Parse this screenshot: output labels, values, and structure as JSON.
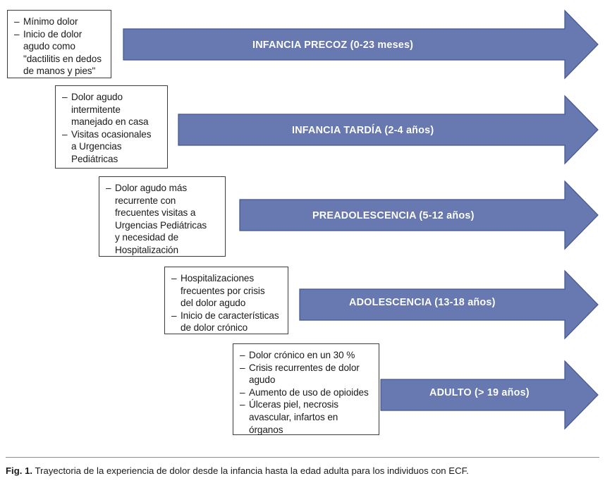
{
  "figure": {
    "caption_label": "Fig. 1.",
    "caption_text": "Trayectoria de la experiencia de dolor desde la infancia hasta la edad adulta para los individuos con ECF.",
    "arrow_color": "#6779B0",
    "arrow_border_color": "#41548F",
    "box_border_color": "#3b3b3b",
    "label_color": "#FFFFFF"
  },
  "stages": [
    {
      "id": "infancia-precoz",
      "arrow_label": "INFANCIA PRECOZ (0-23 meses)",
      "bullets": [
        "Mínimo dolor",
        "Inicio de dolor agudo como \"dactilitis en dedos de manos y pies\""
      ],
      "bullet_lines": [
        [
          "Mínimo dolor"
        ],
        [
          "Inicio de dolor",
          "agudo como",
          "\"dactilitis en dedos",
          "de manos y pies\""
        ]
      ]
    },
    {
      "id": "infancia-tardia",
      "arrow_label": "INFANCIA TARDÍA (2-4 años)",
      "bullets": [
        "Dolor agudo intermitente manejado en casa",
        "Visitas ocasionales a Urgencias Pediátricas"
      ],
      "bullet_lines": [
        [
          "Dolor agudo",
          "intermitente",
          "manejado en casa"
        ],
        [
          "Visitas ocasionales",
          "a Urgencias",
          "Pediátricas"
        ]
      ]
    },
    {
      "id": "preadolescencia",
      "arrow_label": "PREADOLESCENCIA (5-12 años)",
      "bullets": [
        "Dolor agudo más recurrente con frecuentes visitas a Urgencias Pediátricas y necesidad de Hospitalización"
      ],
      "bullet_lines": [
        [
          "Dolor agudo más",
          "recurrente con",
          "frecuentes visitas a",
          "Urgencias Pediátricas",
          "y necesidad de",
          "Hospitalización"
        ]
      ]
    },
    {
      "id": "adolescencia",
      "arrow_label": "ADOLESCENCIA (13-18 años)",
      "bullets": [
        "Hospitalizaciones frecuentes por crisis del dolor agudo",
        "Inicio de características de dolor crónico"
      ],
      "bullet_lines": [
        [
          "Hospitalizaciones",
          "frecuentes por crisis",
          "del dolor agudo"
        ],
        [
          "Inicio de características",
          "de dolor crónico"
        ]
      ]
    },
    {
      "id": "adulto",
      "arrow_label": "ADULTO (> 19 años)",
      "bullets": [
        "Dolor crónico en un 30 %",
        "Crisis recurrentes de dolor agudo",
        "Aumento de uso de opioides",
        "Úlceras piel, necrosis avascular, infartos en órganos"
      ],
      "bullet_lines": [
        [
          "Dolor crónico en un 30 %"
        ],
        [
          "Crisis recurrentes de dolor",
          "agudo"
        ],
        [
          "Aumento de uso de opioides"
        ],
        [
          "Úlceras piel, necrosis",
          "avascular, infartos en",
          "órganos"
        ]
      ]
    }
  ]
}
